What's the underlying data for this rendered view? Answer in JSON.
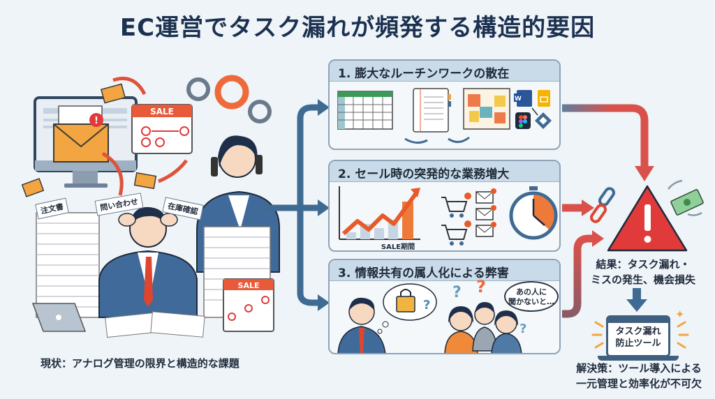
{
  "title": "EC運営でタスク漏れが頻発する構造的要因",
  "left_scene": {
    "caption": "現状：アナログ管理の限界と構造的な課題",
    "documents": [
      "注文書",
      "問い合わせ",
      "在庫確認"
    ],
    "calendar_label": "SALE",
    "desk_calendar_label": "SALE"
  },
  "panels": [
    {
      "id": 1,
      "header": "1. 膨大なルーチンワークの散在",
      "icons": [
        "spreadsheet-icon",
        "notebook-icon",
        "sticky-notes-board-icon",
        "word-icon",
        "slides-icon",
        "figma-icon",
        "diamond-app-icon"
      ],
      "word_letter": "W"
    },
    {
      "id": 2,
      "header": "2. セール時の突発的な業務増大",
      "chart_label": "SALE期間",
      "icons": [
        "rising-chart-icon",
        "shopping-cart-icon",
        "mail-alert-icon",
        "stopwatch-icon"
      ]
    },
    {
      "id": 3,
      "header": "3. 情報共有の属人化による弊害",
      "speech_bubble": "あの人に\n聞かないと…",
      "speech_line1": "あの人に",
      "speech_line2": "聞かないと…",
      "question_mark": "?"
    }
  ],
  "result": {
    "line1": "結果：タスク漏れ・",
    "line2": "ミスの発生、機会損失"
  },
  "solution": {
    "tool_line1": "タスク漏れ",
    "tool_line2": "防止ツール",
    "line1": "解決策：ツール導入による",
    "line2": "一元管理と効率化が不可欠"
  },
  "colors": {
    "navy": "#1c3150",
    "blue_arrow": "#3f6a92",
    "red_arrow": "#d9514a",
    "orange": "#ee6a3a",
    "warning_red": "#e03a3a",
    "panel_header": "#c9dbe8",
    "background": "#eef4f8"
  }
}
